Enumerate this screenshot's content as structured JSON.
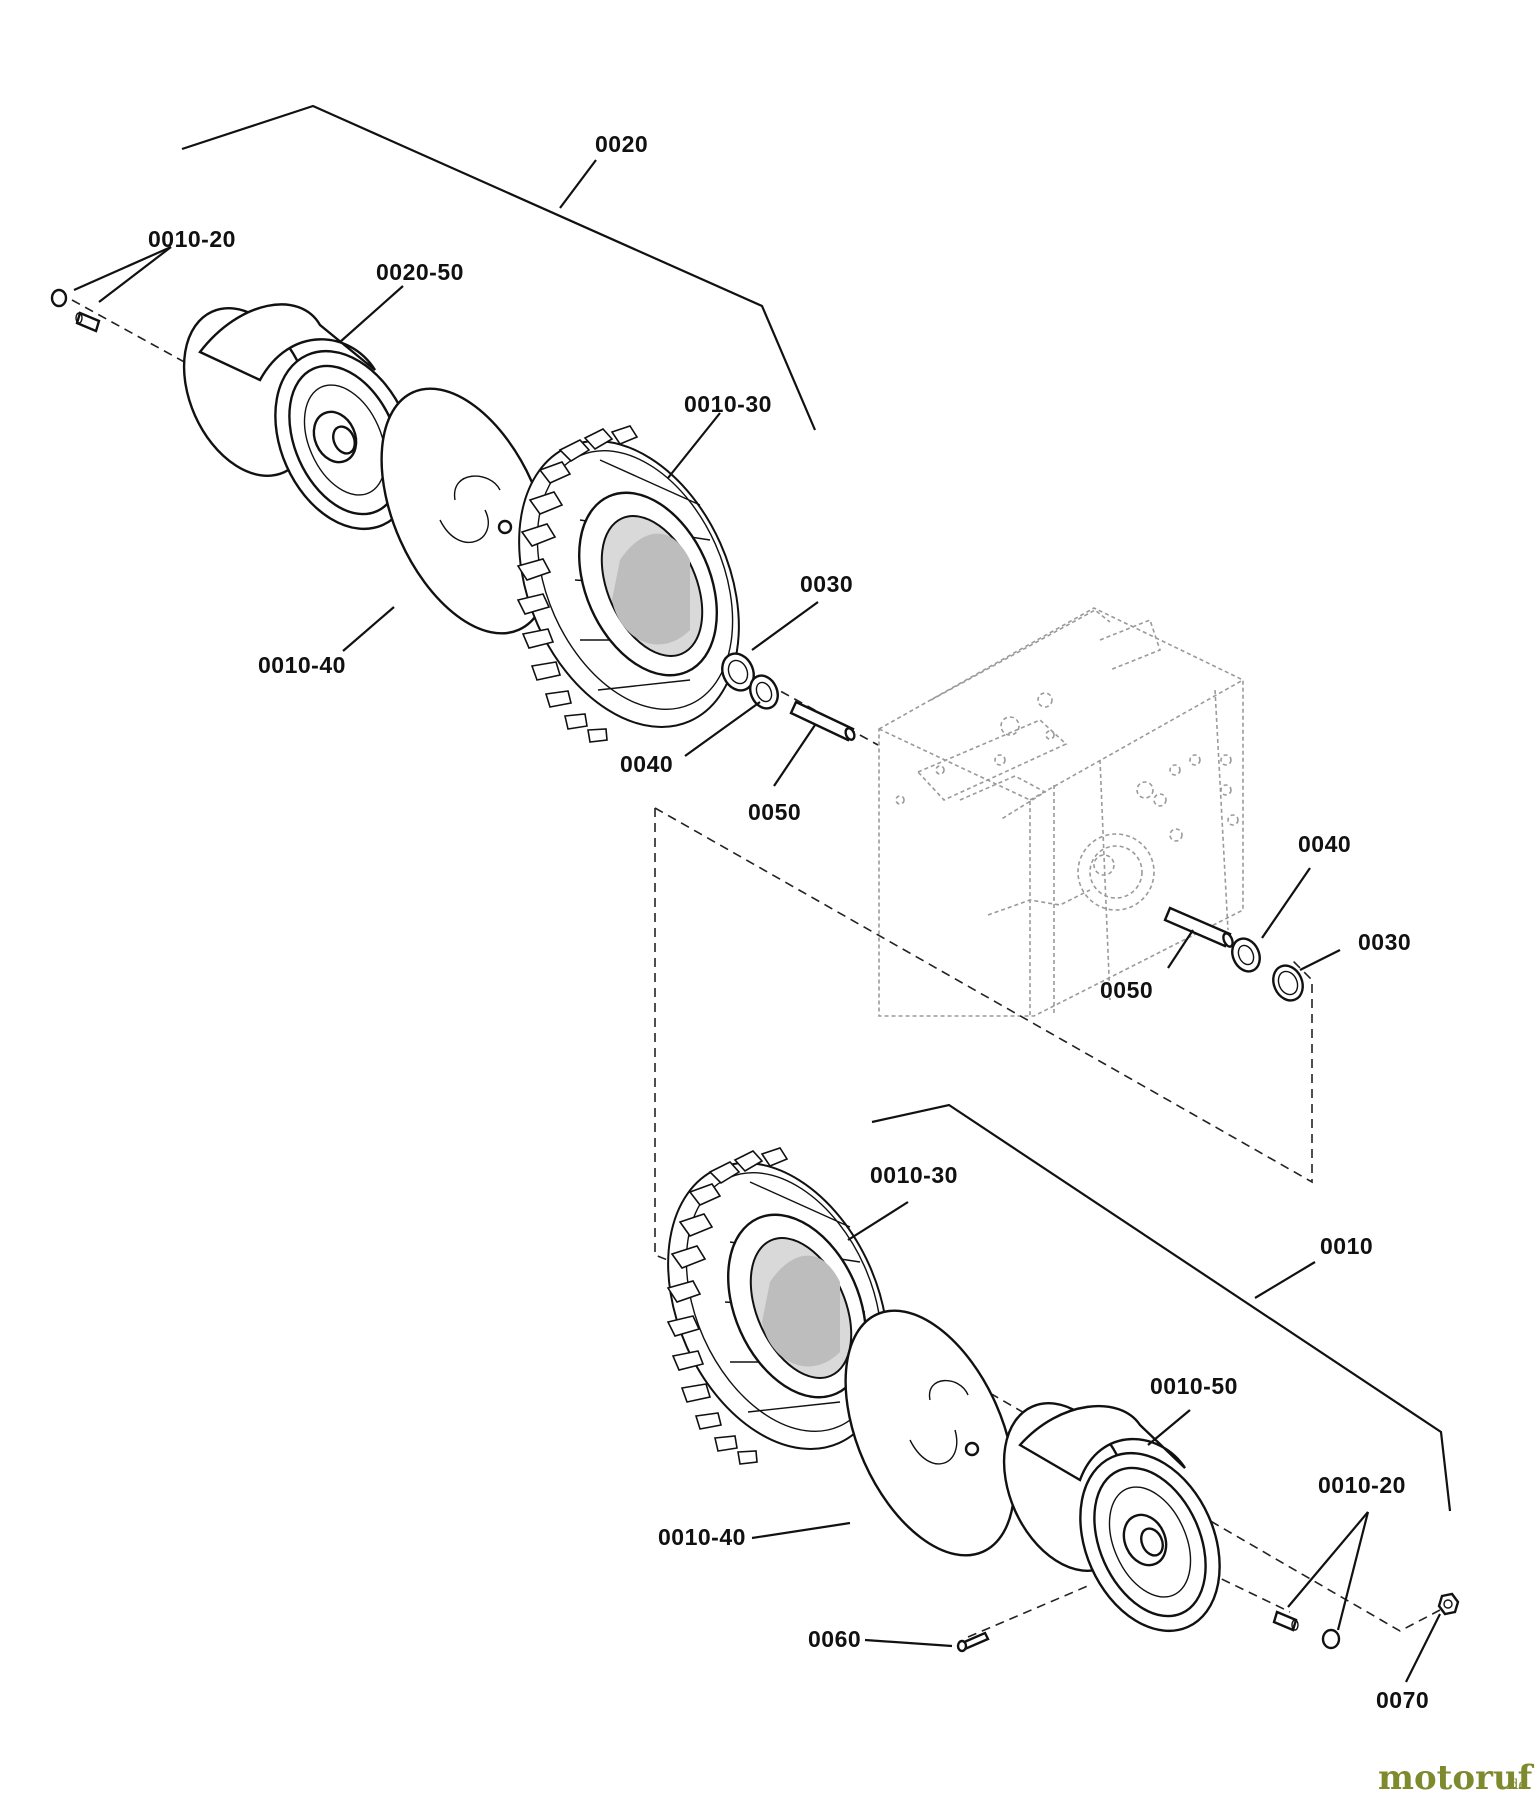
{
  "callouts": [
    {
      "id": "c-0020",
      "text": "0020"
    },
    {
      "id": "c-0010-20-top",
      "text": "0010-20"
    },
    {
      "id": "c-0020-50",
      "text": "0020-50"
    },
    {
      "id": "c-0010-30-top",
      "text": "0010-30"
    },
    {
      "id": "c-0030-left",
      "text": "0030"
    },
    {
      "id": "c-0010-40-top",
      "text": "0010-40"
    },
    {
      "id": "c-0040-left",
      "text": "0040"
    },
    {
      "id": "c-0050-left",
      "text": "0050"
    },
    {
      "id": "c-0040-right",
      "text": "0040"
    },
    {
      "id": "c-0030-right",
      "text": "0030"
    },
    {
      "id": "c-0050-right",
      "text": "0050"
    },
    {
      "id": "c-0010-30-bottom",
      "text": "0010-30"
    },
    {
      "id": "c-0010",
      "text": "0010"
    },
    {
      "id": "c-0010-50",
      "text": "0010-50"
    },
    {
      "id": "c-0010-20-bottom",
      "text": "0010-20"
    },
    {
      "id": "c-0010-40-bottom",
      "text": "0010-40"
    },
    {
      "id": "c-0060",
      "text": "0060"
    },
    {
      "id": "c-0070",
      "text": "0070"
    }
  ],
  "watermark": {
    "brand": "motoruf",
    "suffix": ".de",
    "color": "#7f8a2e"
  }
}
